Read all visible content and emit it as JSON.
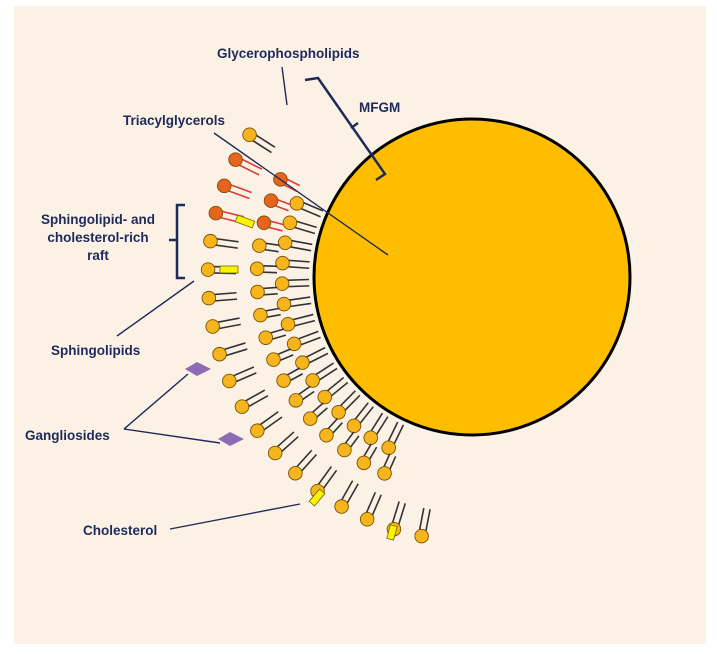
{
  "labels": {
    "glycerophospholipids": "Glycerophospholipids",
    "mfgm": "MFGM",
    "triacylglycerols": "Triacylglycerols",
    "raft_line1": "Sphingolipid- and",
    "raft_line2": "cholesterol-rich",
    "raft_line3": "raft",
    "sphingolipids": "Sphingolipids",
    "gangliosides": "Gangliosides",
    "cholesterol": "Cholesterol"
  },
  "colors": {
    "background": "#fbf2e5",
    "fat_globule": "#ffbd00",
    "phospholipid_head": "#f7b51d",
    "sphingolipid_head": "#e8641e",
    "sphingolipid_tail": "#e03a3a",
    "lipid_tail": "#333333",
    "cholesterol": "#fff200",
    "ganglioside": "#8e6bb5",
    "label_text": "#1f2a5c"
  },
  "icons": {
    "phospholipid": "circle-head-with-two-tails",
    "cholesterol": "yellow-rectangle",
    "ganglioside": "purple-diamond"
  }
}
